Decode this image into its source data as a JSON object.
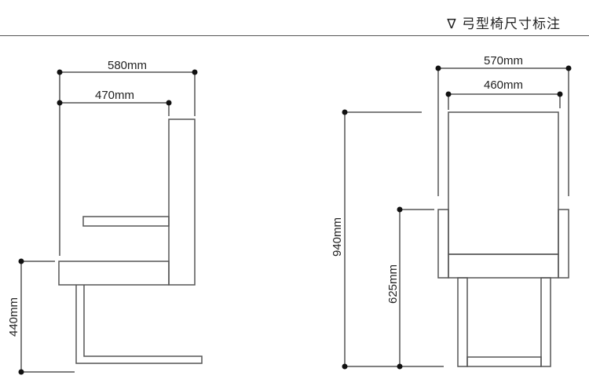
{
  "header": {
    "title": "∇ 弓型椅尺寸标注"
  },
  "side_view": {
    "overall_depth": "580mm",
    "seat_depth": "470mm",
    "seat_height": "440mm"
  },
  "front_view": {
    "overall_width": "570mm",
    "seat_width": "460mm",
    "overall_height": "940mm",
    "armrest_height": "625mm"
  },
  "colors": {
    "line": "#555555",
    "dot": "#111111",
    "text": "#222222"
  }
}
